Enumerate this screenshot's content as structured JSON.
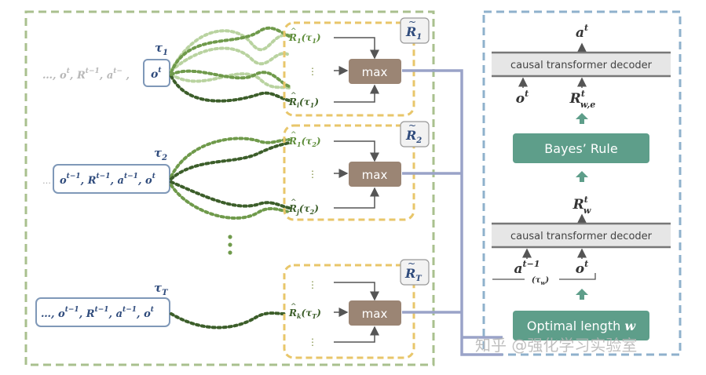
{
  "left_panel": {
    "trajectories": [
      {
        "label": "τ",
        "sub": "1",
        "history_prefix": "…, o",
        "obs_sup": "t",
        "r_label": "R",
        "r_sup": "t−1",
        "a_label": "a",
        "a_sup": "t−",
        "current_obs": "o",
        "current_obs_sup": "t"
      },
      {
        "label": "τ",
        "sub": "2",
        "history": "… o",
        "obs_sup": "t−1",
        "r_label": "R",
        "r_sup": "t−1",
        "a_label": "a",
        "a_sup": "t−1",
        "current_obs": "o",
        "current_obs_sup": "t"
      },
      {
        "label": "τ",
        "sub": "T",
        "history": "…, o",
        "obs_sup": "t−1",
        "r_label": "R",
        "r_sup": "t−1",
        "a_label": "a",
        "a_sup": "t−1",
        "current_obs": "o",
        "current_obs_sup": "t"
      }
    ],
    "vertical_ellipsis": "⋮",
    "groups": [
      {
        "tag": "R",
        "tag_sub": "1",
        "top_label": "R",
        "top_sub": "1",
        "top_arg": "(τ",
        "top_arg_sub": "1",
        "bottom_label": "R",
        "bottom_sub": "i",
        "bottom_arg": "(τ",
        "bottom_arg_sub": "1",
        "max_label": "max",
        "dots": "⋮"
      },
      {
        "tag": "R",
        "tag_sub": "2",
        "top_label": "R",
        "top_sub": "1",
        "top_arg": "(τ",
        "top_arg_sub": "2",
        "bottom_label": "R",
        "bottom_sub": "j",
        "bottom_arg": "(τ",
        "bottom_arg_sub": "2",
        "max_label": "max",
        "dots": "⋮"
      },
      {
        "tag": "R",
        "tag_sub": "T",
        "mid_label": "R",
        "mid_sub": "k",
        "mid_arg": "(τ",
        "mid_arg_sub": "T",
        "max_label": "max",
        "dots": "⋮"
      }
    ]
  },
  "right_panel": {
    "output": {
      "label": "a",
      "sup": "t"
    },
    "decoder_top": "causal transformer decoder",
    "decoder_top_inputs": [
      {
        "label": "o",
        "sup": "t"
      },
      {
        "label": "R",
        "sup": "t",
        "sub": "w,e"
      }
    ],
    "bayes_rule": "Bayes’ Rule",
    "rw": {
      "label": "R",
      "sup": "t",
      "sub": "w"
    },
    "decoder_bottom": "causal transformer decoder",
    "decoder_bottom_inputs": [
      {
        "label": "a",
        "sup": "t−1"
      },
      {
        "label": "o",
        "sup": "t"
      }
    ],
    "tau_w": "(τ",
    "tau_w_sub": "w",
    "tau_w_close": ")",
    "optimal": "Optimal length",
    "optimal_var": "w"
  },
  "watermark": "知乎 @强化学习实验室",
  "colors": {
    "green_dashed": "#a9c08e",
    "blue_dashed": "#8fb1cc",
    "yellow_dashed": "#e8c66a",
    "max_box": "#9b8574",
    "teal_box": "#5e9e8a",
    "arrow_teal": "#5e9e8a",
    "connector": "#9aa3c8",
    "traj_box": "#7f98b8",
    "dark_green": "#3c5e2a",
    "mid_green": "#6f9a4b",
    "light_green": "#b9d3a0",
    "decoder_fill": "#e6e6e6"
  }
}
